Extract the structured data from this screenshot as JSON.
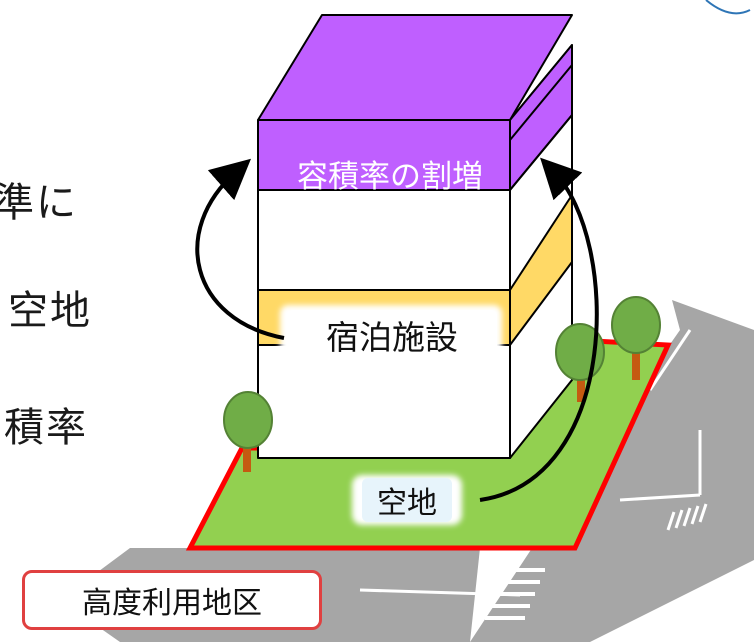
{
  "left_text": [
    "準に",
    "空地",
    "積率"
  ],
  "labels": {
    "bonus": "容積率の割増",
    "lodging": "宿泊施設",
    "open_space": "空地",
    "district": "高度利用地区"
  },
  "colors": {
    "purple": "#bf5fff",
    "yellow": "#ffd966",
    "green": "#92d050",
    "red_border": "#ff0000",
    "road": "#a6a6a6",
    "tree_foliage": "#70ad47",
    "trunk": "#c55a11"
  }
}
